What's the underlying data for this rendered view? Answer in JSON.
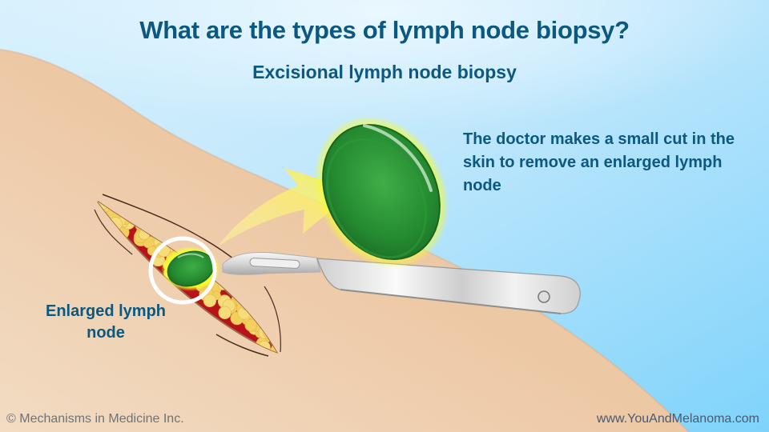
{
  "header": {
    "title": "What are the types of lymph node biopsy?",
    "subtitle": "Excisional lymph node biopsy"
  },
  "description": "The doctor makes a small cut in the skin to remove an enlarged lymph node",
  "labels": {
    "enlarged_node": "Enlarged lymph node"
  },
  "footer": {
    "copyright": "© Mechanisms in Medicine Inc.",
    "website": "www.YouAndMelanoma.com"
  },
  "colors": {
    "heading": "#0b5880",
    "sky": "#8fd8fb",
    "skin": "#edc7a4",
    "node_green": "#2e8b3a",
    "highlight_yellow": "#f7ec5c",
    "wound_red": "#c0141c"
  },
  "illustration": {
    "items": [
      "skin-surface",
      "incision",
      "enlarged-lymph-node",
      "scalpel",
      "arrow",
      "magnified-lymph-node"
    ]
  }
}
